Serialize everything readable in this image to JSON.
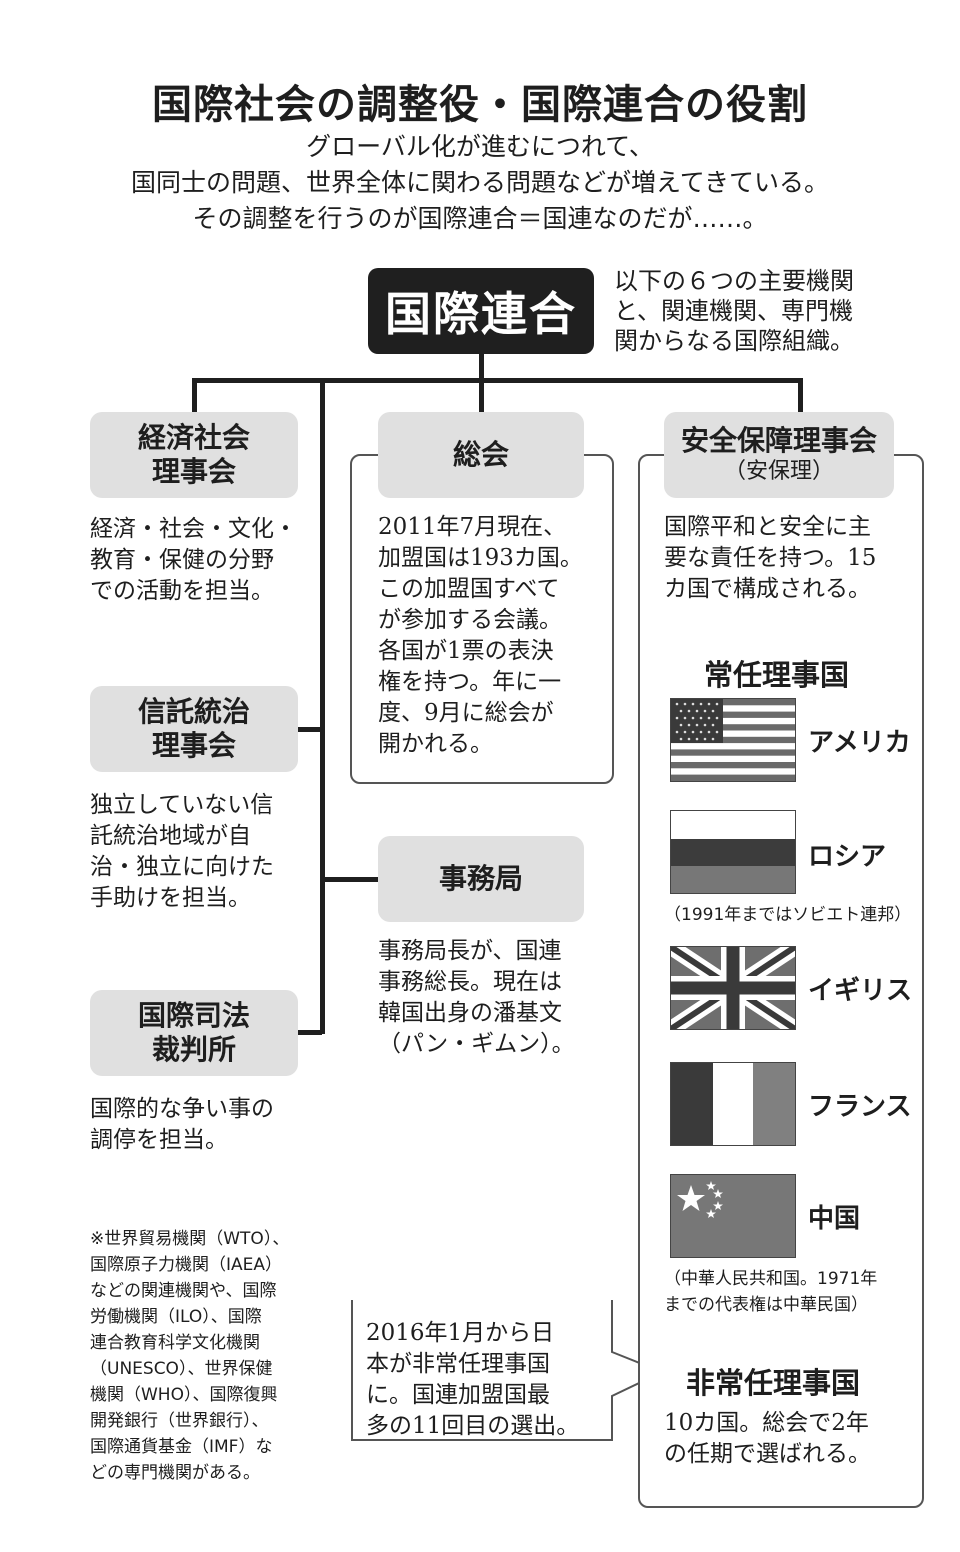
{
  "title": "国際社会の調整役・国際連合の役割",
  "subtitle": [
    "グローバル化が進むにつれて、",
    "国同士の問題、世界全体に関わる問題などが増えてきている。",
    "その調整を行うのが国際連合＝国連なのだが……。"
  ],
  "un": {
    "label": "国際連合",
    "note": [
      "以下の６つの主要機関",
      "と、関連機関、専門機",
      "関からなる国際組織。"
    ]
  },
  "ecosoc": {
    "name": [
      "経済社会",
      "理事会"
    ],
    "desc": [
      "経済・社会・文化・",
      "教育・保健の分野",
      "での活動を担当。"
    ]
  },
  "trusteeship": {
    "name": [
      "信託統治",
      "理事会"
    ],
    "desc": [
      "独立していない信",
      "託統治地域が自",
      "治・独立に向けた",
      "手助けを担当。"
    ]
  },
  "icj": {
    "name": [
      "国際司法",
      "裁判所"
    ],
    "desc": [
      "国際的な争い事の",
      "調停を担当。"
    ]
  },
  "general_assembly": {
    "name": "総会",
    "desc": [
      "2011年7月現在、",
      "加盟国は193カ国。",
      "この加盟国すべて",
      "が参加する会議。",
      "各国が1票の表決",
      "権を持つ。年に一",
      "度、9月に総会が",
      "開かれる。"
    ]
  },
  "secretariat": {
    "name": "事務局",
    "desc": [
      "事務局長が、国連",
      "事務総長。現在は",
      "韓国出身の潘基文",
      "（パン・ギムン）。"
    ]
  },
  "security_council": {
    "name": "安全保障理事会",
    "abbr": "（安保理）",
    "desc": [
      "国際平和と安全に主",
      "要な責任を持つ。15",
      "カ国で構成される。"
    ],
    "permanent_heading": "常任理事国",
    "members": [
      {
        "name": "アメリカ",
        "flag": "us-flag"
      },
      {
        "name": "ロシア",
        "flag": "russia-flag",
        "note": "（1991年まではソビエト連邦）"
      },
      {
        "name": "イギリス",
        "flag": "uk-flag"
      },
      {
        "name": "フランス",
        "flag": "france-flag"
      },
      {
        "name": "中国",
        "flag": "china-flag",
        "note": [
          "（中華人民共和国。1971年",
          "までの代表権は中華民国）"
        ]
      }
    ],
    "nonpermanent_heading": "非常任理事国",
    "nonpermanent_desc": [
      "10カ国。総会で2年",
      "の任期で選ばれる。"
    ]
  },
  "japan_note": [
    "2016年1月から日",
    "本が非常任理事国",
    "に。国連加盟国最",
    "多の11回目の選出。"
  ],
  "agencies_note": [
    "※世界貿易機関（WTO）、",
    "国際原子力機関（IAEA）",
    "などの関連機関や、国際",
    "労働機関（ILO）、国際",
    "連合教育科学文化機関",
    "（UNESCO）、世界保健",
    "機関（WHO）、国際復興",
    "開発銀行（世界銀行）、",
    "国際通貨基金（IMF）な",
    "どの専門機関がある。"
  ]
}
